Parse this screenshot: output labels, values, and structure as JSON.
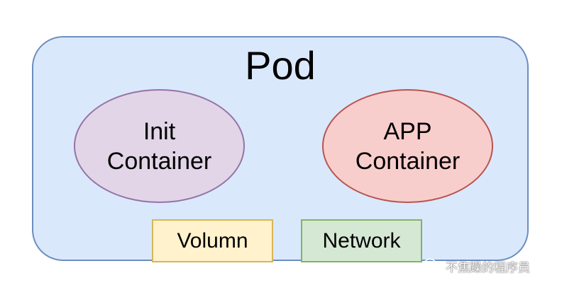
{
  "diagram": {
    "pod": {
      "title": "Pod",
      "fill": "#dae8fc",
      "stroke": "#6c8ebf"
    },
    "init_container": {
      "line1": "Init",
      "line2": "Container",
      "fill": "#e1d5e7",
      "stroke": "#9673a6"
    },
    "app_container": {
      "line1": "APP",
      "line2": "Container",
      "fill": "#f8cecc",
      "stroke": "#b85450"
    },
    "volumn": {
      "label": "Volumn",
      "fill": "#fff2cc",
      "stroke": "#d6b656"
    },
    "network": {
      "label": "Network",
      "fill": "#d5e8d4",
      "stroke": "#82b366"
    }
  },
  "watermark": {
    "icon": "wechat-icon",
    "text": "不焦躁的程序员"
  }
}
